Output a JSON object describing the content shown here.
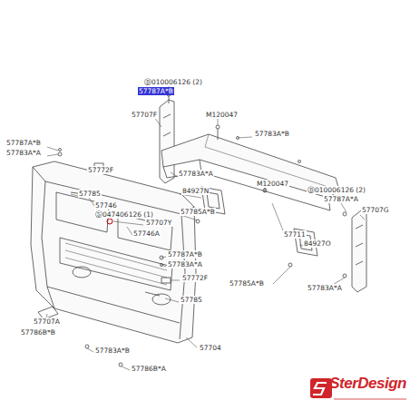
{
  "diagram": {
    "labels": [
      "Ⓑ010006126 (2)",
      "57787A*B",
      "57707F",
      "M120047",
      "57783A*B",
      "57787A*B",
      "57783A*A",
      "57772F",
      "57783A*A",
      "84927N",
      "57785",
      "57746",
      "Ⓢ047406126 (1)",
      "57707Y",
      "57746A",
      "57785A*B",
      "M120047",
      "Ⓑ010006126 (2)",
      "57787A*A",
      "57707G",
      "57711",
      "84927O",
      "57787A*B",
      "57783A*A",
      "57772F",
      "57785A*B",
      "57783A*A",
      "57785",
      "57707A",
      "57786B*B",
      "57783A*B",
      "57704",
      "57786B*A",
      "SterDesign"
    ]
  }
}
